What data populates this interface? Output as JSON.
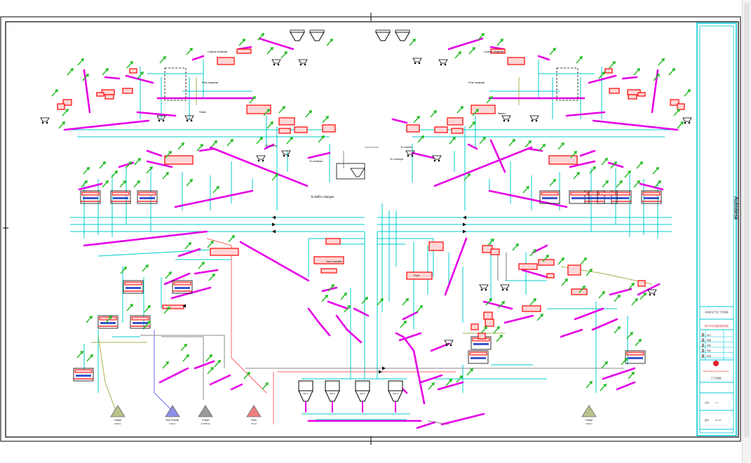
{
  "colors": {
    "conveyor": "#e600e6",
    "equipment": "#ff0000",
    "pipe": "#00cccc",
    "product_line": "#ff6666",
    "fine_line": "#7070ff",
    "gray_line": "#888888",
    "olive_line": "#a8b04a",
    "arrow": "#22bb22",
    "title_block": "#00c8d8"
  },
  "sheet": {
    "vertical_label": "Autodesk"
  },
  "labels": {
    "fine_material_left": "Fine material",
    "fine_material_right": "Fine material",
    "coarse_material_left": "Coarse material",
    "coarse_material_right": "Coarse material",
    "to_crusher_left": "To crusher",
    "to_crusher_right": "To crusher",
    "to_conveyor_left": "To conveyor",
    "to_conveyor_right": "To conveyor",
    "to_buffer_changes": "To buffer changes",
    "dryer": "Dryer",
    "sand_classifier": "Sand classifier",
    "feeder": "Feeder",
    "washer": "Washer"
  },
  "stockpiles": [
    {
      "label": "Gravel",
      "sub": "0-5mm",
      "color": "#b8c48c"
    },
    {
      "label": "Fine Powder",
      "sub": "0-3mm",
      "color": "#8d8fe8"
    },
    {
      "label": "0-3mm",
      "sub": "<0.075mm",
      "color": "#9a9a9a"
    },
    {
      "label": "Finer",
      "sub": "<5mm",
      "color": "#f08080"
    },
    {
      "label": "Gravel",
      "sub": "0-5mm",
      "color": "#b8c48c"
    }
  ],
  "silos": [
    "Silo 1",
    "Silo 2",
    "Silo 3",
    "Silo 4",
    "Silo 5"
  ],
  "title_block": {
    "company_cn": "机制砂生产线工艺流程图",
    "company_en": "Sand making plant process flow",
    "project": "年产300万吨机制砂项目",
    "drawing_title": "工艺流程图",
    "scale_label": "比例",
    "scale_value": "1:1",
    "drawing_no": "图号",
    "sheet_label": "SC-01",
    "rows": [
      "设计",
      "制图",
      "校核",
      "审核",
      "批准"
    ]
  }
}
